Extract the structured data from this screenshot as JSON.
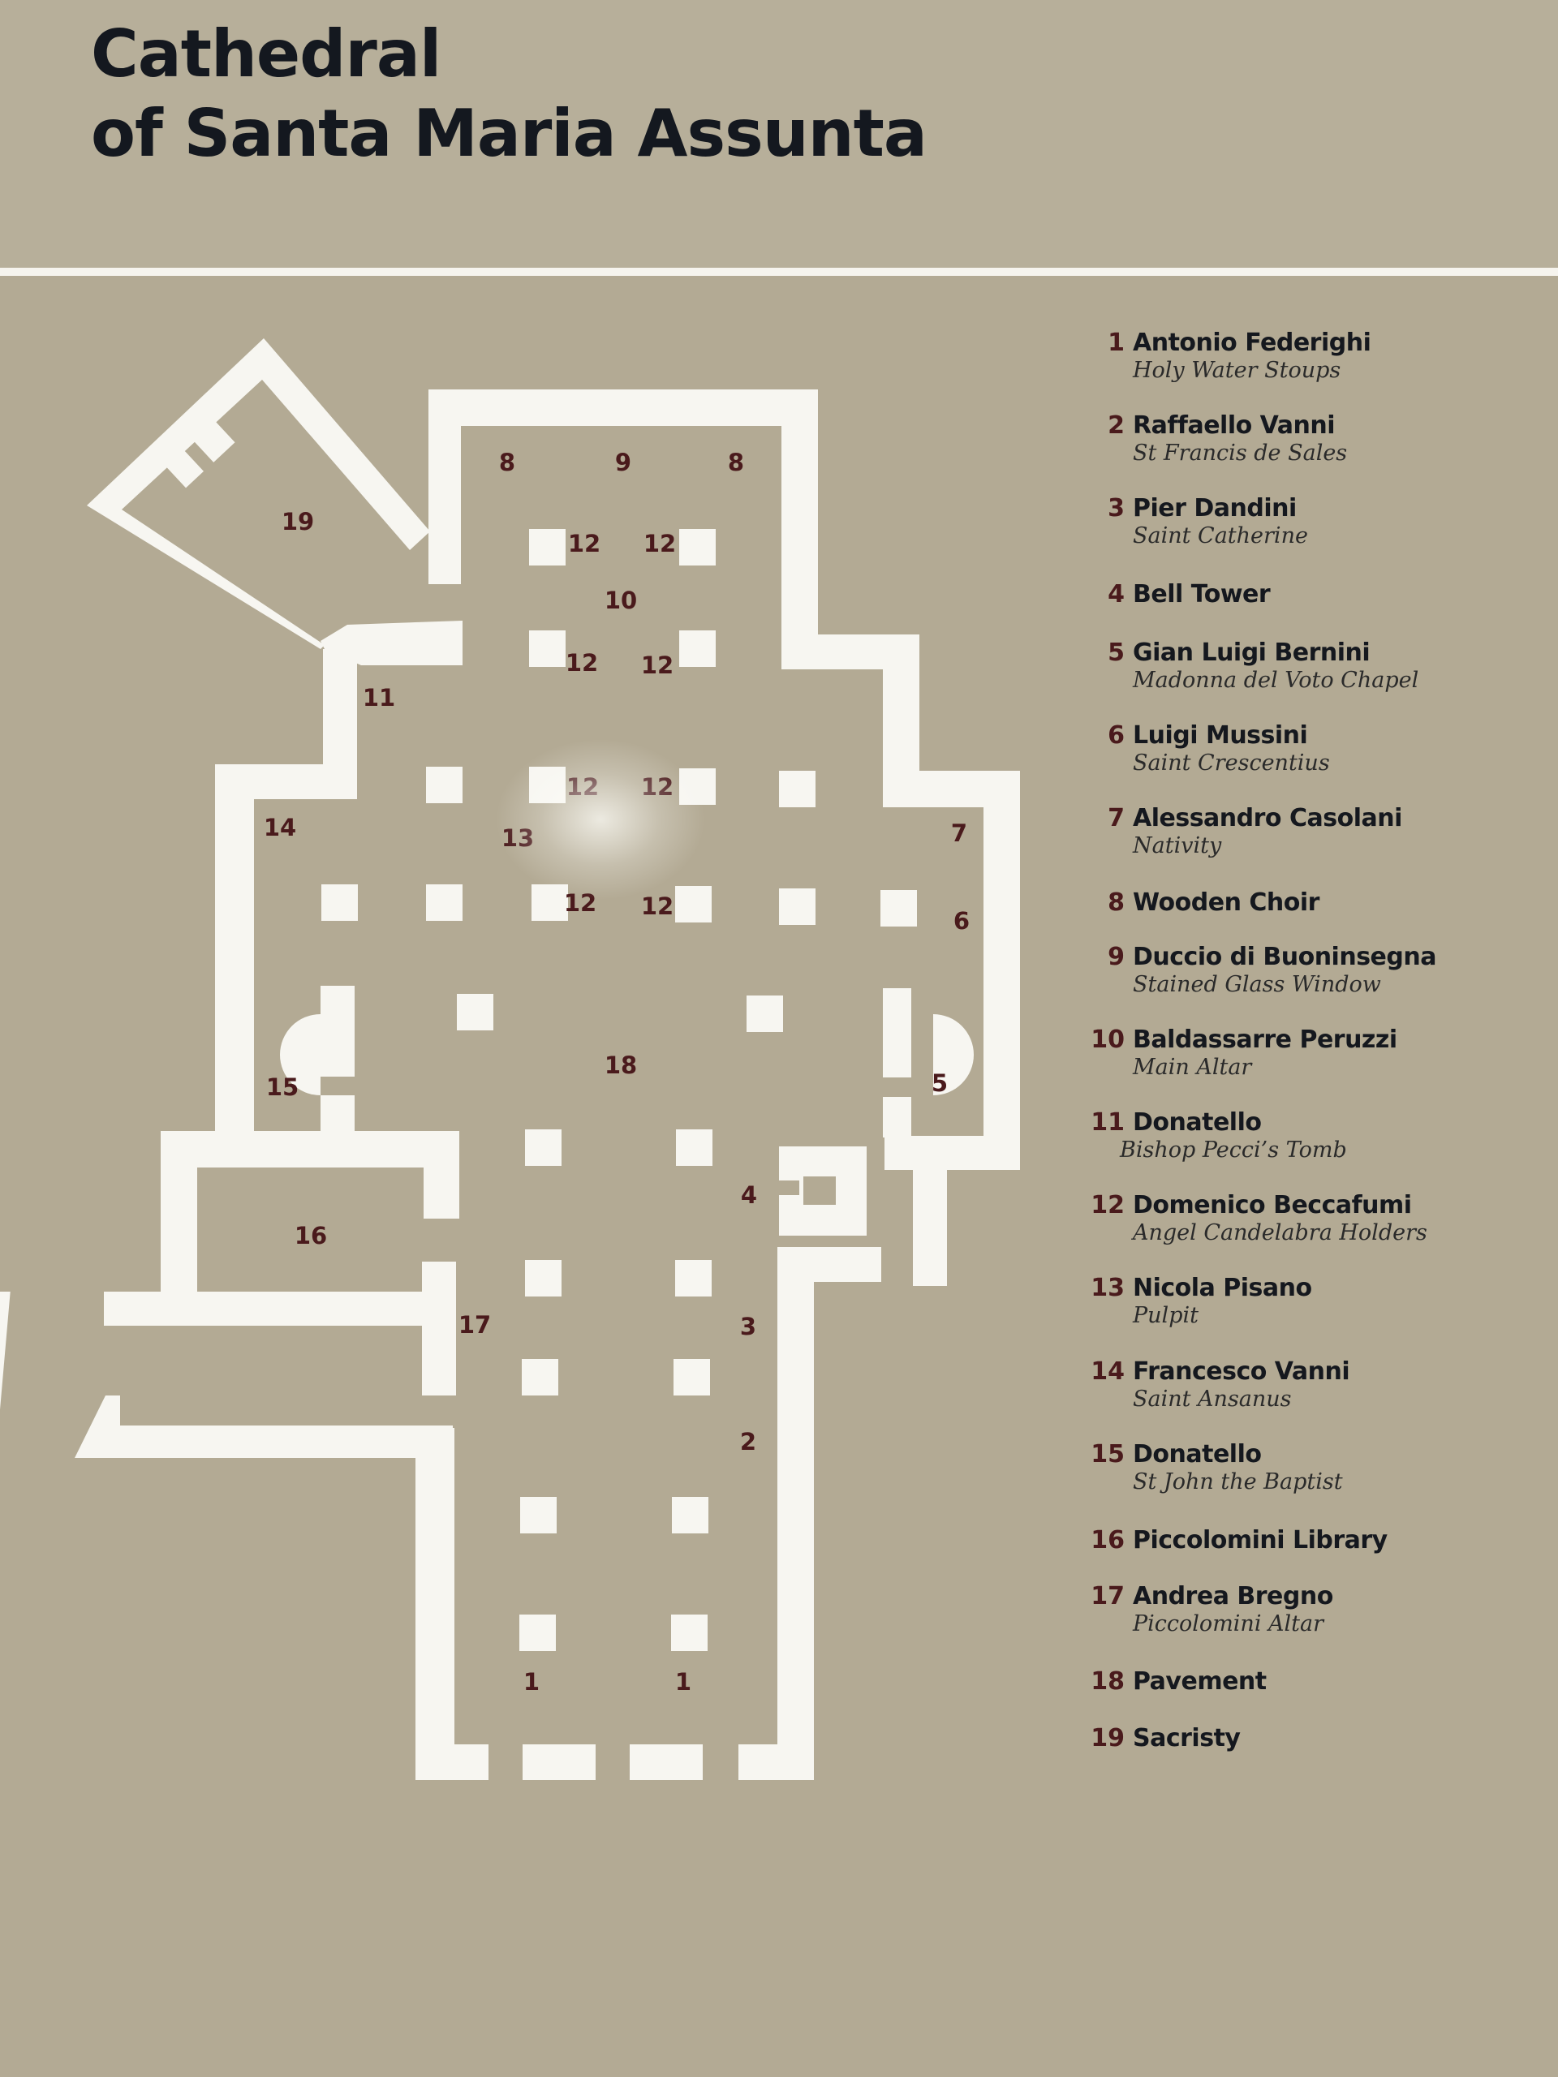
{
  "title": {
    "line1": "Cathedral",
    "line2": "of Santa Maria Assunta"
  },
  "colors": {
    "background": "#b3aa94",
    "walls": "#f7f6f1",
    "numbers": "#4a1a1c",
    "title": "#14181f"
  },
  "map_labels": [
    "1",
    "2",
    "3",
    "4",
    "5",
    "6",
    "7",
    "8",
    "9",
    "10",
    "11",
    "12",
    "13",
    "14",
    "15",
    "16",
    "17",
    "18",
    "19"
  ],
  "legend": [
    {
      "num": "1",
      "name": "Antonio Federighi",
      "sub": "Holy Water Stoups"
    },
    {
      "num": "2",
      "name": "Raffaello Vanni",
      "sub": "St Francis de Sales"
    },
    {
      "num": "3",
      "name": "Pier Dandini",
      "sub": "Saint Catherine"
    },
    {
      "num": "4",
      "name": "Bell Tower",
      "sub": ""
    },
    {
      "num": "5",
      "name": "Gian Luigi Bernini",
      "sub": "Madonna del Voto Chapel"
    },
    {
      "num": "6",
      "name": "Luigi Mussini",
      "sub": "Saint Crescentius"
    },
    {
      "num": "7",
      "name": "Alessandro Casolani",
      "sub": "Nativity"
    },
    {
      "num": "8",
      "name": "Wooden Choir",
      "sub": ""
    },
    {
      "num": "9",
      "name": "Duccio di Buoninsegna",
      "sub": "Stained Glass Window"
    },
    {
      "num": "10",
      "name": "Baldassarre Peruzzi",
      "sub": "Main Altar"
    },
    {
      "num": "11",
      "name": "Donatello",
      "sub": "Bishop Pecci’s Tomb"
    },
    {
      "num": "12",
      "name": "Domenico Beccafumi",
      "sub": "Angel Candelabra Holders"
    },
    {
      "num": "13",
      "name": "Nicola Pisano",
      "sub": "Pulpit"
    },
    {
      "num": "14",
      "name": "Francesco Vanni",
      "sub": "Saint Ansanus"
    },
    {
      "num": "15",
      "name": "Donatello",
      "sub": "St John the Baptist"
    },
    {
      "num": "16",
      "name": "Piccolomini Library",
      "sub": ""
    },
    {
      "num": "17",
      "name": "Andrea Bregno",
      "sub": "Piccolomini Altar"
    },
    {
      "num": "18",
      "name": "Pavement",
      "sub": ""
    },
    {
      "num": "19",
      "name": "Sacristy",
      "sub": ""
    }
  ]
}
